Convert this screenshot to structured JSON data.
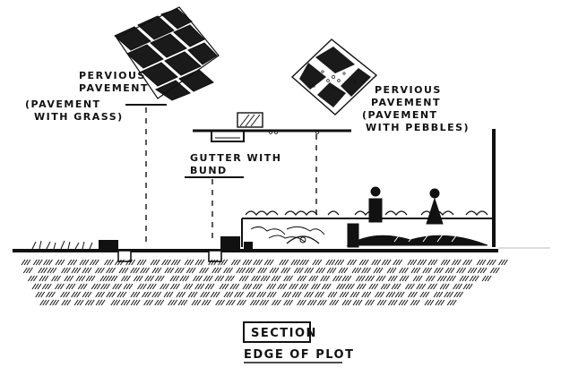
{
  "labels": {
    "pervious_grass": [
      "PERVIOUS",
      "PAVEMENT",
      "(PAVEMENT",
      "WITH GRASS)"
    ],
    "pervious_pebbles": [
      "PERVIOUS",
      "PAVEMENT",
      "(PAVEMENT",
      "WITH PEBBLES)"
    ],
    "gutter": [
      "GUTTER WITH",
      "BUND"
    ],
    "section_title": "SECTION",
    "section_subtitle": "EDGE OF PLOT"
  },
  "colors": {
    "ink": "#111111",
    "paper": "#ffffff"
  }
}
